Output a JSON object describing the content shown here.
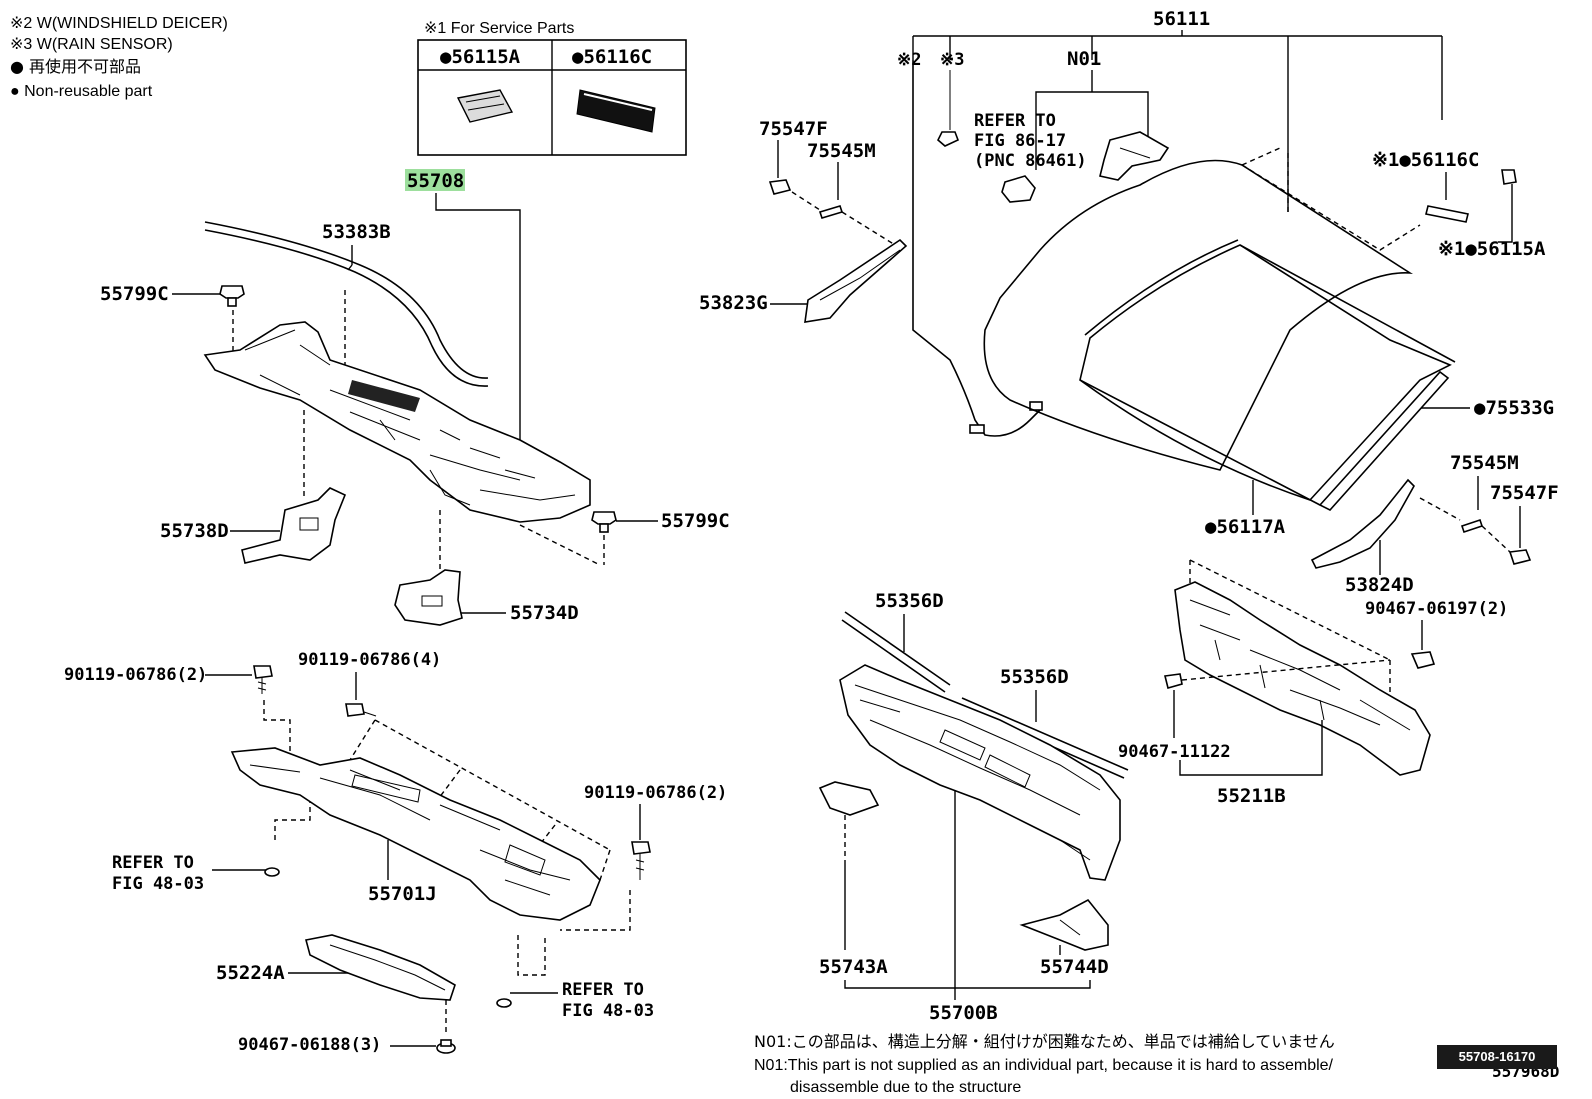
{
  "legend": {
    "line1": "※2 W(WINDSHIELD DEICER)",
    "line2": "※3 W(RAIN SENSOR)",
    "line3": "● 再使用不可部品",
    "line4": "● Non-reusable part"
  },
  "service_box": {
    "title": "※1 For Service Parts",
    "col1": "●56115A",
    "col2": "●56116C"
  },
  "labels": {
    "p55708": "55708",
    "p53383B": "53383B",
    "p55799C_a": "55799C",
    "p55799C_b": "55799C",
    "p55738D": "55738D",
    "p55734D": "55734D",
    "p90119_2a": "90119-06786(2)",
    "p90119_4": "90119-06786(4)",
    "p90119_2b": "90119-06786(2)",
    "ref1_a": "REFER TO",
    "ref1_b": "FIG 48-03",
    "p55701J": "55701J",
    "p55224A": "55224A",
    "ref2_a": "REFER TO",
    "ref2_b": "FIG 48-03",
    "p90467_06188": "90467-06188(3)",
    "p56111": "56111",
    "s2": "※2",
    "s3": "※3",
    "n01": "N01",
    "ref3_a": "REFER TO",
    "ref3_b": "FIG 86-17",
    "ref3_c": "(PNC 86461)",
    "p75547F_a": "75547F",
    "p75545M_a": "75545M",
    "p53823G": "53823G",
    "p56116C": "※1●56116C",
    "p56115A": "※1●56115A",
    "p75533G": "●75533G",
    "p56117A": "●56117A",
    "p75545M_b": "75545M",
    "p75547F_b": "75547F",
    "p53824D": "53824D",
    "p90467_06197": "90467-06197(2)",
    "p55356D_a": "55356D",
    "p55356D_b": "55356D",
    "p90467_11122": "90467-11122",
    "p55211B": "55211B",
    "p55743A": "55743A",
    "p55744D": "55744D",
    "p55700B": "55700B"
  },
  "footnotes": {
    "jp": "N01:この部品は、構造上分解・組付けが困難なため、単品では補給していません",
    "en1": "N01:This part is not supplied as an individual part, because it is hard to assemble/",
    "en2": "disassemble due to the structure"
  },
  "corner": {
    "box": "55708-16170",
    "under": "557968D"
  },
  "colors": {
    "highlight": "#9ddf9d"
  }
}
